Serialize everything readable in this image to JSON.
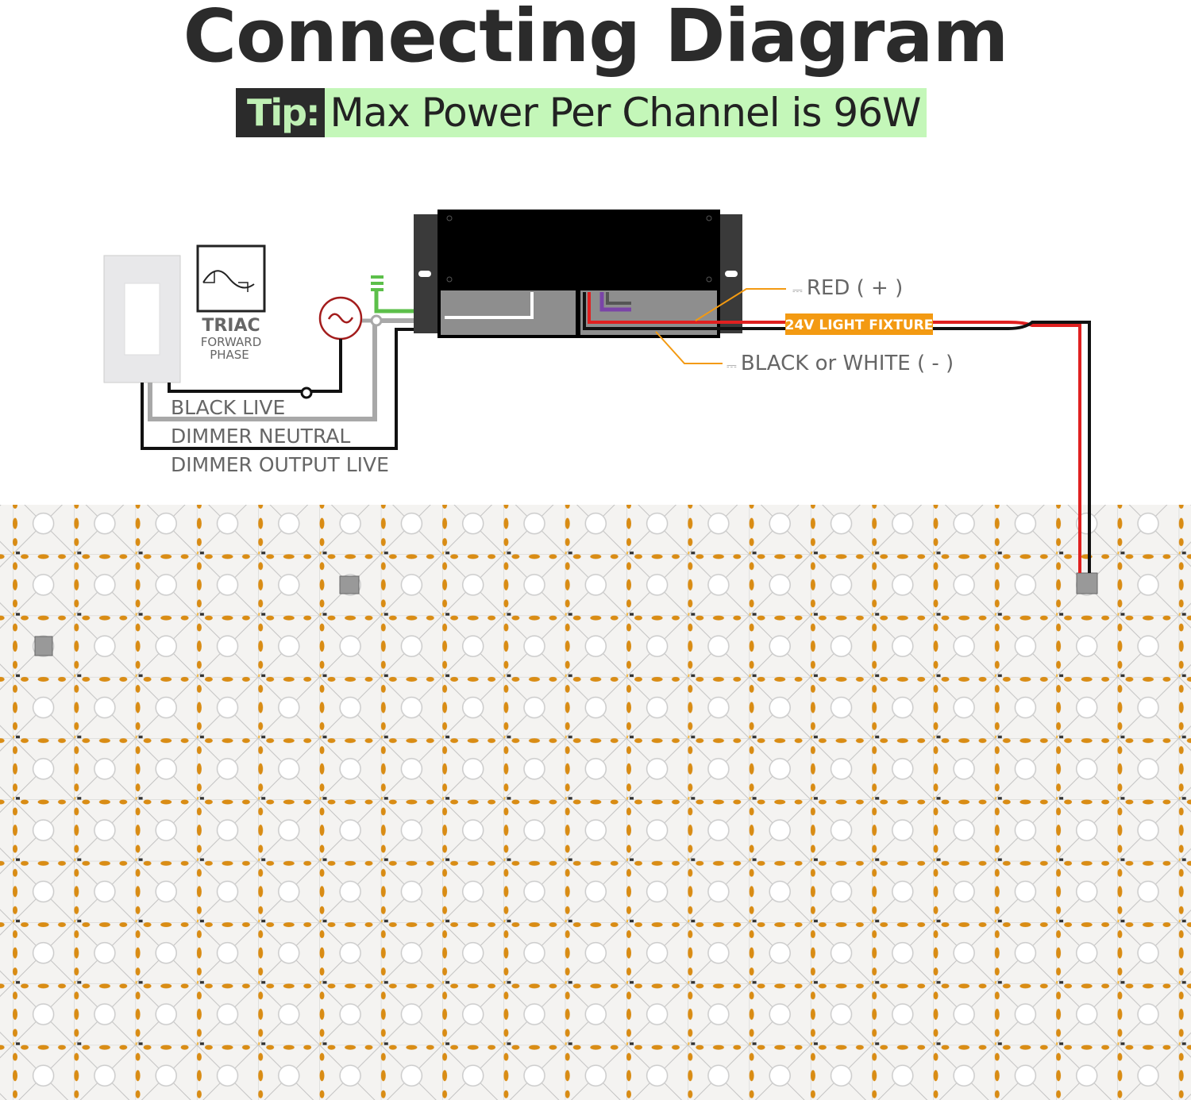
{
  "title": "Connecting Diagram",
  "tip": {
    "label": "Tip:",
    "text": "Max Power Per Channel is 96W"
  },
  "dimmer": {
    "type": "TRIAC",
    "line2": "FORWARD",
    "line3": "PHASE"
  },
  "wires": {
    "black_live": "BLACK LIVE",
    "dimmer_neutral": "DIMMER NEUTRAL",
    "dimmer_output_live": "DIMMER OUTPUT LIVE"
  },
  "output": {
    "red": "RED  ( + )",
    "black_white": "BLACK or WHITE ( - )",
    "fixture": "24V LIGHT FIXTURE"
  },
  "colors": {
    "title": "#2b2b2b",
    "tip_bg": "#c4f7b9",
    "accent_orange": "#f39a12",
    "led_pad": "#d98c14"
  }
}
